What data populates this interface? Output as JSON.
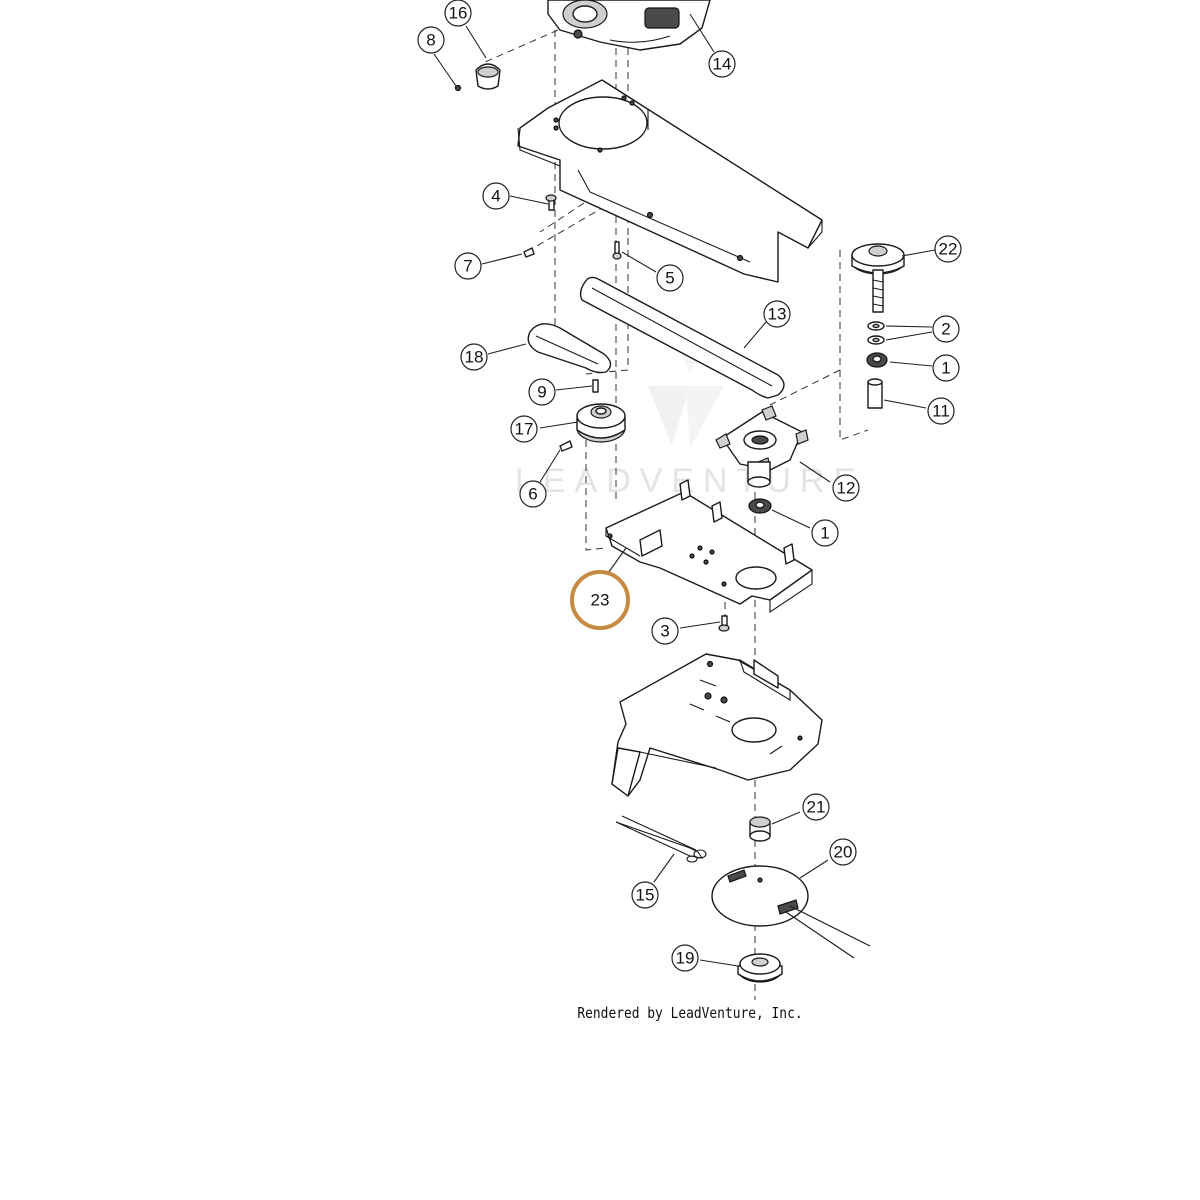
{
  "watermark_text": "LEADVENTURE",
  "credit_text": "Rendered by LeadVenture, Inc.",
  "highlight_color": "#f2c596",
  "callouts": [
    {
      "label": "16"
    },
    {
      "label": "8"
    },
    {
      "label": "14"
    },
    {
      "label": "4"
    },
    {
      "label": "7"
    },
    {
      "label": "5"
    },
    {
      "label": "22"
    },
    {
      "label": "13"
    },
    {
      "label": "2"
    },
    {
      "label": "18"
    },
    {
      "label": "1"
    },
    {
      "label": "9"
    },
    {
      "label": "11"
    },
    {
      "label": "17"
    },
    {
      "label": "12"
    },
    {
      "label": "6"
    },
    {
      "label": "1"
    },
    {
      "label": "23"
    },
    {
      "label": "3"
    },
    {
      "label": "21"
    },
    {
      "label": "20"
    },
    {
      "label": "15"
    },
    {
      "label": "19"
    }
  ]
}
